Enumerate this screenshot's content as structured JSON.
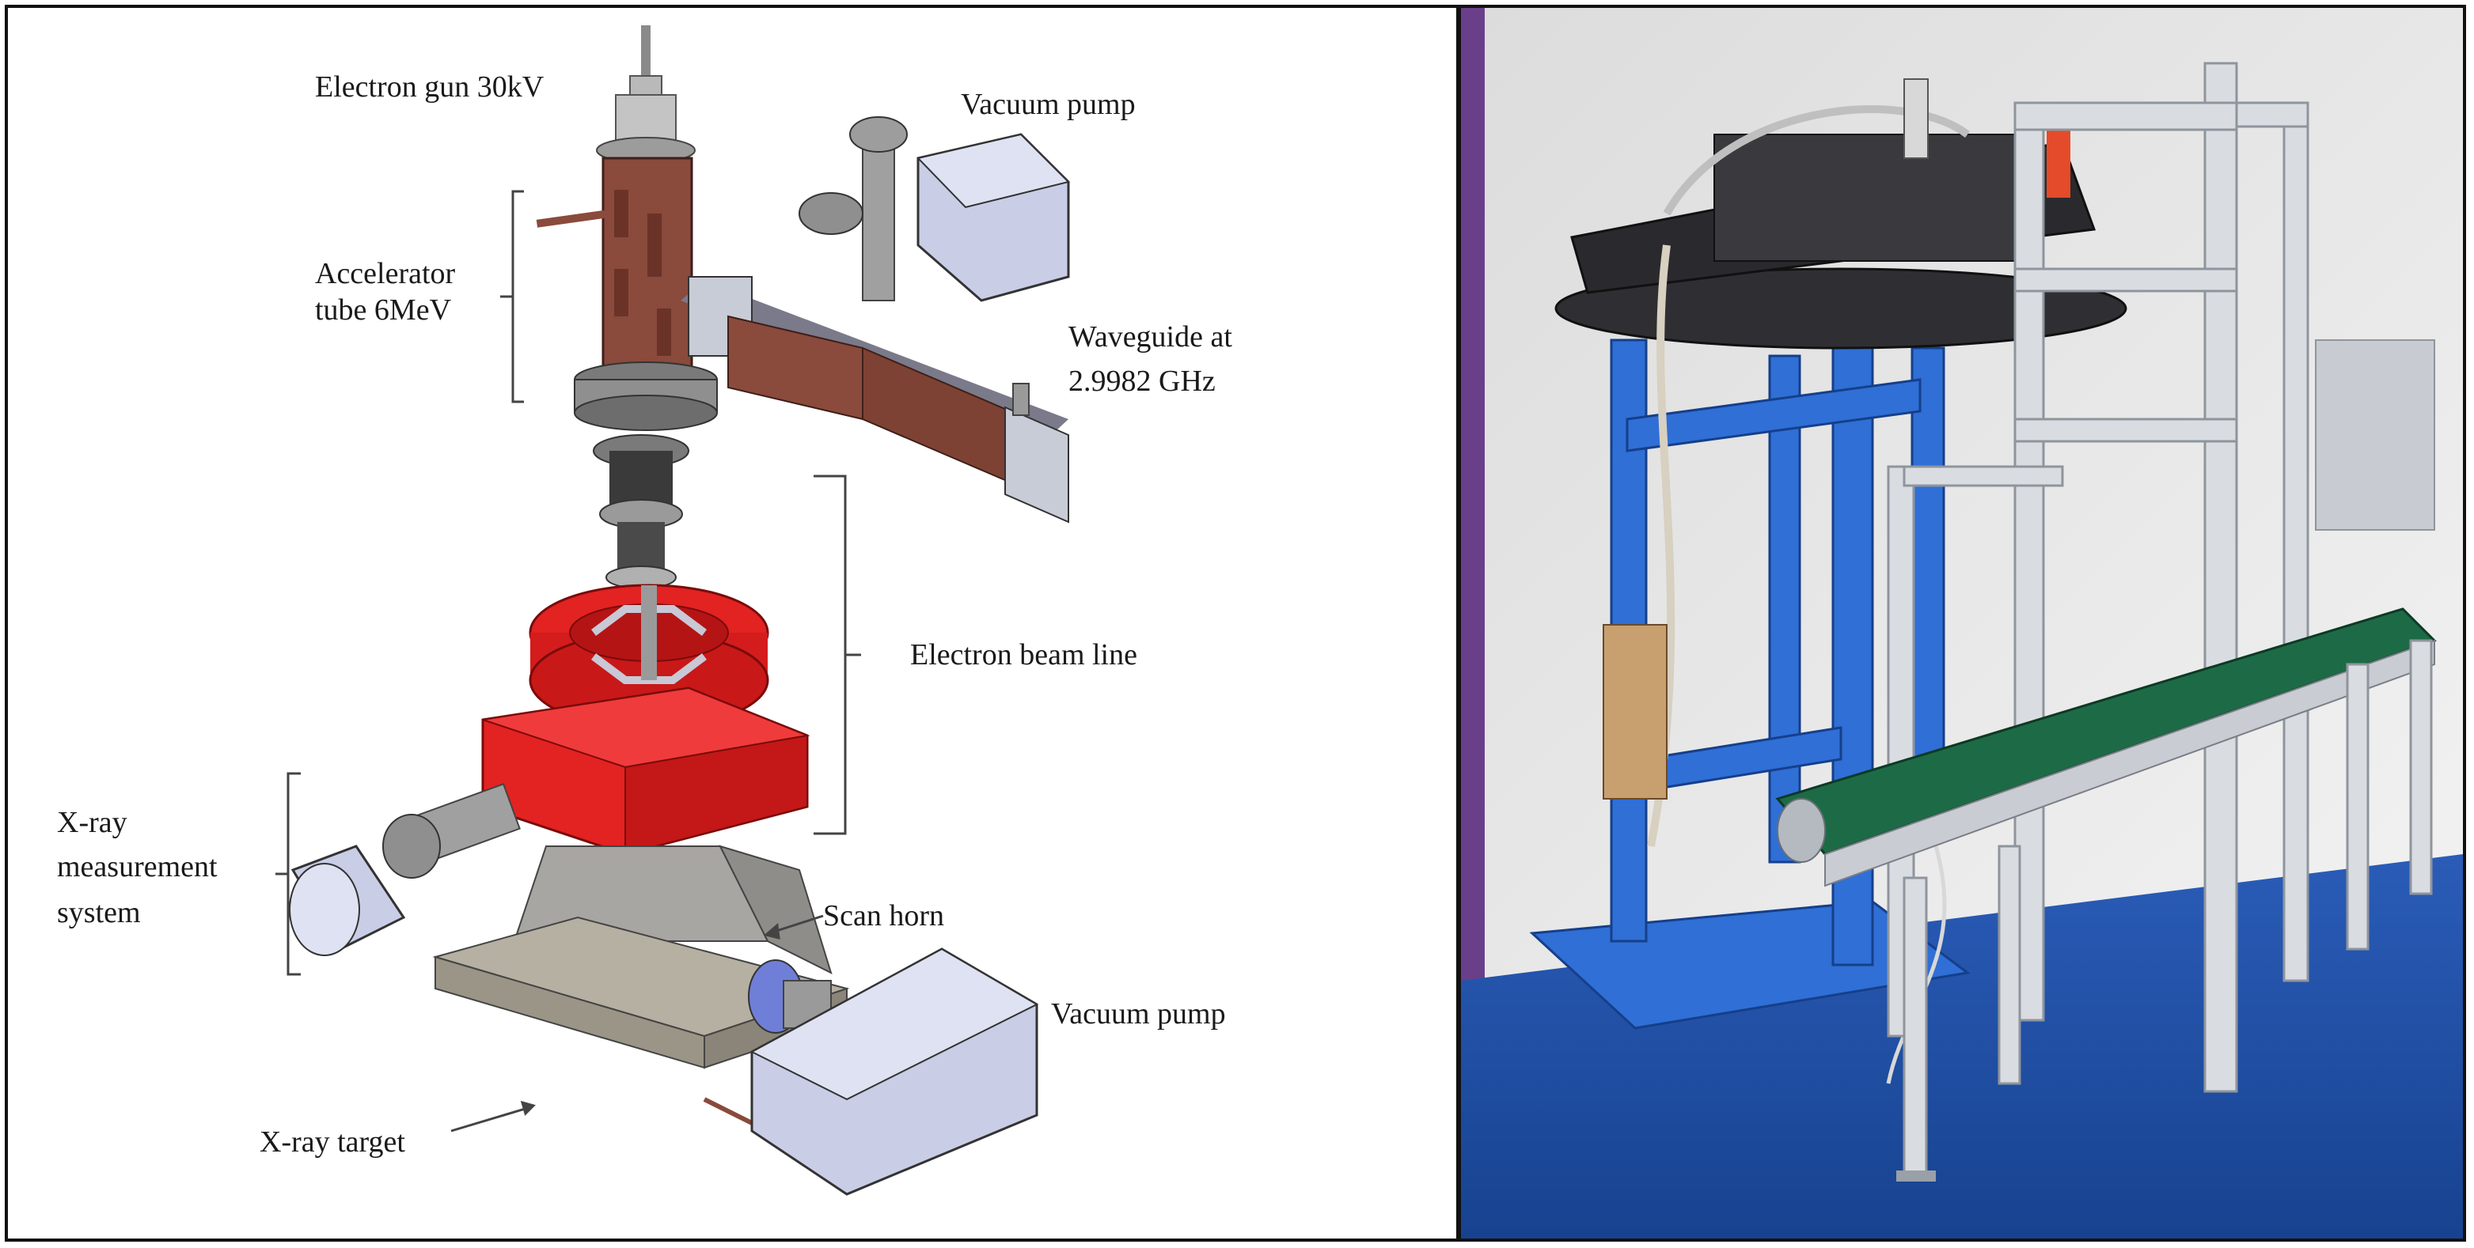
{
  "labels": {
    "electron_gun": "Electron gun 30kV",
    "vacuum_pump_top": "Vacuum pump",
    "accelerator_line1": "Accelerator",
    "accelerator_line2": "tube 6MeV",
    "waveguide_line1": "Waveguide at",
    "waveguide_line2": "2.9982 GHz",
    "electron_beam_line": "Electron beam line",
    "xray_meas_line1": "X-ray",
    "xray_meas_line2": "measurement",
    "xray_meas_line3": "system",
    "scan_horn": "Scan horn",
    "vacuum_pump_bottom": "Vacuum pump",
    "xray_target": "X-ray target"
  },
  "colors": {
    "accelerator_copper": "#8a4a3c",
    "beamline_red": "#e32222",
    "pump_blue_grey": "#c9cde6",
    "steel_grey": "#a8a6a2",
    "frame_blue": "#2f6fd6",
    "floor_blue": "#1e4fa8",
    "conveyor_green": "#1d6b46",
    "aluminum": "#d9dde2"
  }
}
